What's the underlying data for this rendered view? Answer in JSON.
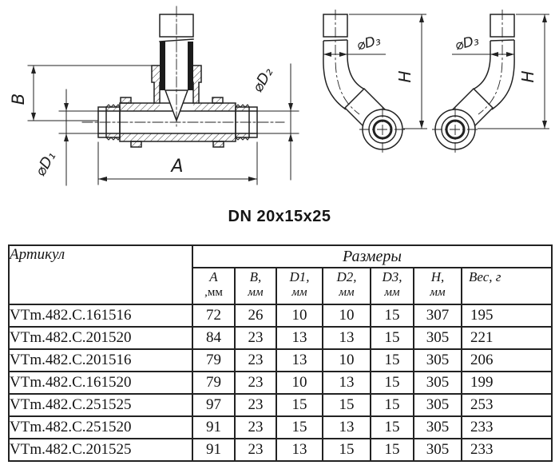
{
  "drawing": {
    "dim_labels": {
      "A": "A",
      "B": "B",
      "D1": "⌀D₁",
      "D2": "⌀D₂",
      "D3": "⌀D₃",
      "H": "H"
    }
  },
  "caption": "DN 20x15x25",
  "table": {
    "article_header": "Артикул",
    "sizes_header": "Размеры",
    "columns": [
      {
        "name": "A",
        "unit": ",мм"
      },
      {
        "name": "B,",
        "unit": "мм"
      },
      {
        "name": "D1,",
        "unit": "мм"
      },
      {
        "name": "D2,",
        "unit": "мм"
      },
      {
        "name": "D3,",
        "unit": "мм"
      },
      {
        "name": "H,",
        "unit": "мм"
      },
      {
        "name": "Вес, г",
        "unit": ""
      }
    ],
    "rows": [
      {
        "article": "VTm.482.C.161516",
        "values": [
          "72",
          "26",
          "10",
          "10",
          "15",
          "307",
          "195"
        ]
      },
      {
        "article": "VTm.482.C.201520",
        "values": [
          "84",
          "23",
          "13",
          "13",
          "15",
          "305",
          "221"
        ]
      },
      {
        "article": "VTm.482.C.201516",
        "values": [
          "79",
          "23",
          "13",
          "10",
          "15",
          "305",
          "206"
        ]
      },
      {
        "article": "VTm.482.C.161520",
        "values": [
          "79",
          "23",
          "10",
          "13",
          "15",
          "305",
          "199"
        ]
      },
      {
        "article": "VTm.482.C.251525",
        "values": [
          "97",
          "23",
          "15",
          "15",
          "15",
          "305",
          "253"
        ]
      },
      {
        "article": "VTm.482.C.251520",
        "values": [
          "91",
          "23",
          "15",
          "13",
          "15",
          "305",
          "233"
        ]
      },
      {
        "article": "VTm.482.C.201525",
        "values": [
          "91",
          "23",
          "13",
          "15",
          "15",
          "305",
          "233"
        ]
      }
    ]
  }
}
